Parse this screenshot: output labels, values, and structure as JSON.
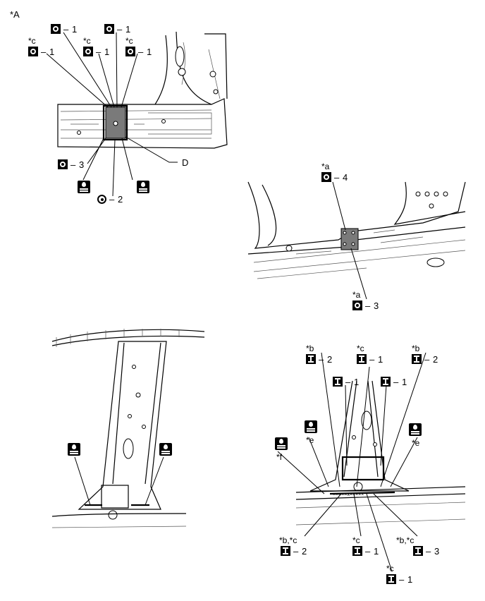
{
  "page_tag": "*A",
  "callouts": {
    "v1": {
      "num": "1"
    },
    "v2": {
      "num": "1"
    },
    "v3": {
      "sup": "*c",
      "num": "1"
    },
    "v4": {
      "sup": "*c",
      "num": "1"
    },
    "v5": {
      "sup": "*c",
      "num": "1"
    },
    "v6": {
      "num": "3"
    },
    "v7": {
      "num": "2"
    },
    "d_label": "D",
    "r1": {
      "sup": "*a",
      "num": "4"
    },
    "r2": {
      "sup": "*a",
      "num": "3"
    },
    "p1": {
      "sup": "*b",
      "num": "2"
    },
    "p2": {
      "sup": "*c",
      "num": "1"
    },
    "p3": {
      "sup": "*b",
      "num": "2"
    },
    "p4": {
      "num": "1"
    },
    "p5": {
      "num": "1"
    },
    "p6": {
      "sup": "*e"
    },
    "p7": {
      "sup": "*e"
    },
    "p8": {
      "sup": "*f"
    },
    "p9": {
      "sup": "*b,*c",
      "num": "2"
    },
    "p10": {
      "sup": "*c",
      "num": "1"
    },
    "p11": {
      "sup": "*b,*c",
      "num": "3"
    },
    "p12": {
      "sup": "*c",
      "num": "1"
    }
  },
  "dash": "–",
  "icons": {
    "spot_weld_icon": "square-ring-symbol",
    "plug_weld_icon": "square-i-symbol",
    "adhesive_icon": "adhesive-drop-symbol",
    "stud_icon": "circle-dot-symbol"
  }
}
